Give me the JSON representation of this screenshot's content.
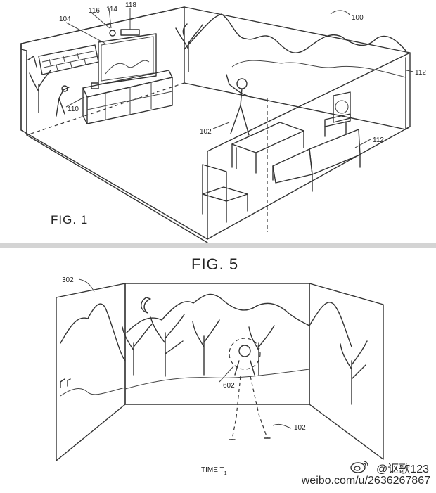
{
  "figure1": {
    "caption": "FIG. 1",
    "refs": {
      "system": "100",
      "user": "102",
      "display": "104",
      "console": "110",
      "room_wall": "112",
      "furniture": "112",
      "sensor_a": "114",
      "sensor_b": "116",
      "sensor_c": "118"
    }
  },
  "figure5": {
    "caption": "FIG. 5",
    "refs": {
      "environment": "302",
      "highlight": "602",
      "user": "102"
    },
    "time_label": "TIME T",
    "time_subscript": "1"
  },
  "watermark": {
    "handle": "@讴歌123",
    "url": "weibo.com/u/2636267867"
  }
}
